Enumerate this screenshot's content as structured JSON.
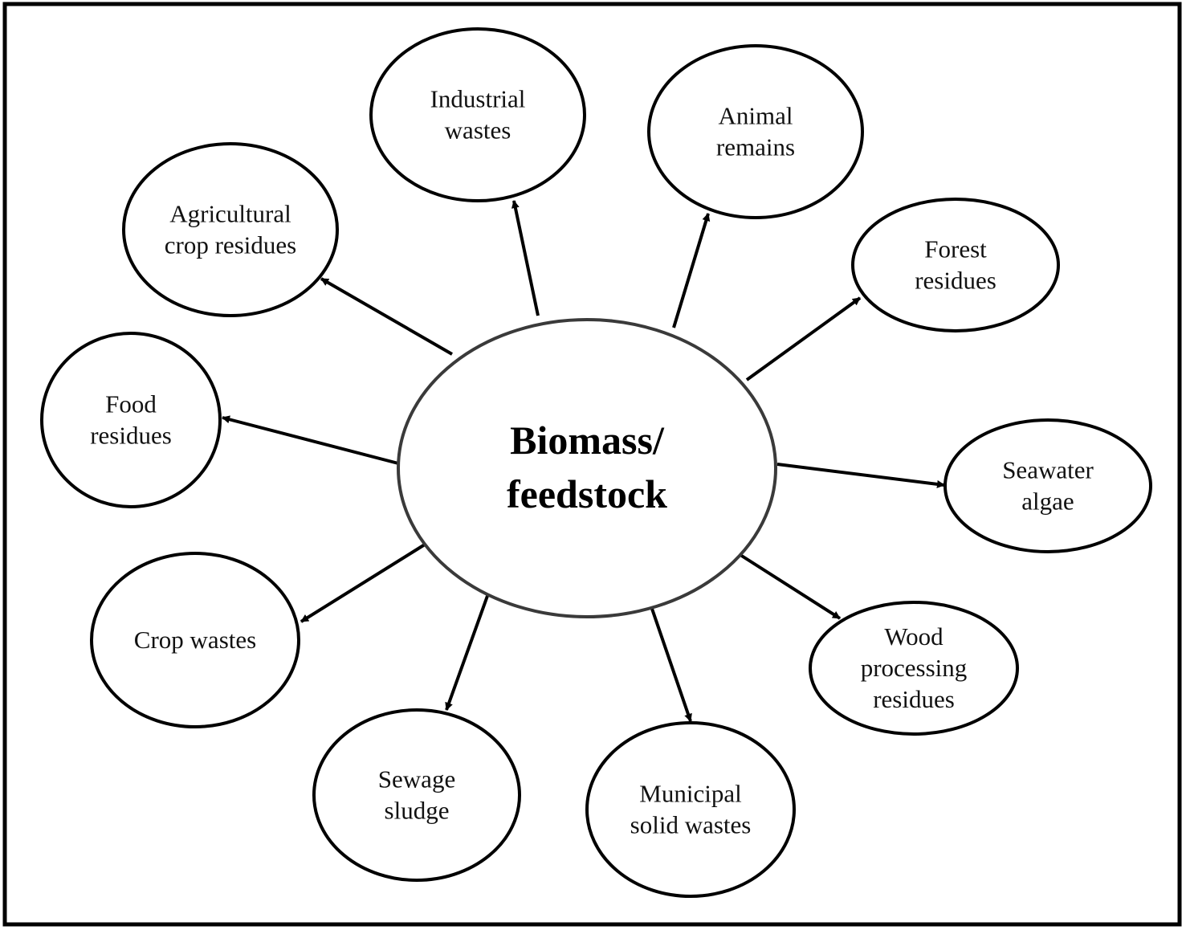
{
  "center": {
    "line1": "Biomass/",
    "line2": "feedstock"
  },
  "nodes": [
    {
      "id": "industrial-wastes",
      "lines": [
        "Industrial",
        "wastes"
      ]
    },
    {
      "id": "animal-remains",
      "lines": [
        "Animal",
        "remains"
      ]
    },
    {
      "id": "forest-residues",
      "lines": [
        "Forest",
        "residues"
      ]
    },
    {
      "id": "seawater-algae",
      "lines": [
        "Seawater",
        "algae"
      ]
    },
    {
      "id": "wood-processing-residues",
      "lines": [
        "Wood",
        "processing",
        "residues"
      ]
    },
    {
      "id": "municipal-solid-wastes",
      "lines": [
        "Municipal",
        "solid wastes"
      ]
    },
    {
      "id": "sewage-sludge",
      "lines": [
        "Sewage",
        "sludge"
      ]
    },
    {
      "id": "crop-wastes",
      "lines": [
        "Crop wastes"
      ]
    },
    {
      "id": "food-residues",
      "lines": [
        "Food",
        "residues"
      ]
    },
    {
      "id": "agricultural-crop-residues",
      "lines": [
        "Agricultural",
        "crop residues"
      ]
    }
  ]
}
